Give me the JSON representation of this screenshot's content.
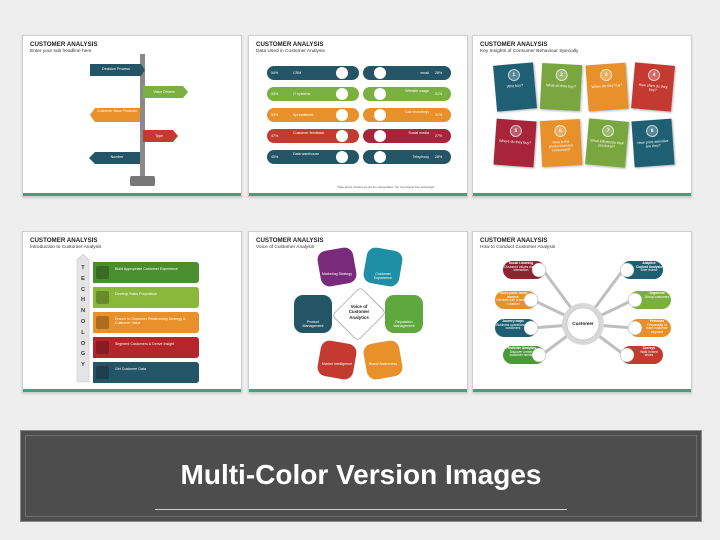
{
  "slides": [
    {
      "title": "CUSTOMER ANALYSIS",
      "subtitle": "Enter your sub headline here",
      "signs": [
        "Decision Process",
        "Value Drivers",
        "Customer Base Products",
        "Type",
        "Number"
      ]
    },
    {
      "title": "CUSTOMER ANALYSIS",
      "subtitle": "Data Used in Customer Analysis",
      "left": [
        {
          "pct": "54%",
          "label": "CRM"
        },
        {
          "pct": "53%",
          "label": "IT systems"
        },
        {
          "pct": "53%",
          "label": "Spreadsheet"
        },
        {
          "pct": "47%",
          "label": "Customer feedback"
        },
        {
          "pct": "40%",
          "label": "Data warehouse"
        }
      ],
      "right": [
        {
          "pct": "28%",
          "label": "email"
        },
        {
          "pct": "31%",
          "label": "Website usage"
        },
        {
          "pct": "31%",
          "label": "Call recordings"
        },
        {
          "pct": "27%",
          "label": "Social media"
        },
        {
          "pct": "28%",
          "label": "Telephony"
        }
      ],
      "note": "*Note: Above numbers are just for representation. You may change them accordingly."
    },
    {
      "title": "CUSTOMER ANALYSIS",
      "subtitle": "Key Insights of Consumer Behaviour Specially",
      "cards": [
        {
          "num": "1",
          "text": "Who buy?",
          "color": "#1f5f74"
        },
        {
          "num": "2",
          "text": "What do they buy?",
          "color": "#7aa640"
        },
        {
          "num": "3",
          "text": "When do they buy?",
          "color": "#e8902a"
        },
        {
          "num": "4",
          "text": "How often do they buy?",
          "color": "#c43a31"
        },
        {
          "num": "5",
          "text": "Where do they buy?",
          "color": "#a8243a"
        },
        {
          "num": "6",
          "text": "How is the product/service consumed?",
          "color": "#e8902a"
        },
        {
          "num": "7",
          "text": "What influences their purchase?",
          "color": "#7aa640"
        },
        {
          "num": "8",
          "text": "How price sensitive are they?",
          "color": "#1f5f74"
        }
      ]
    },
    {
      "title": "CUSTOMER ANALYSIS",
      "subtitle": "Introduction to Customer Analysis",
      "vertical_word": [
        "T",
        "E",
        "C",
        "H",
        "N",
        "O",
        "L",
        "O",
        "G",
        "Y"
      ],
      "bars": [
        {
          "text": "Build Appropriate Customer Experience",
          "color": "#4a8f2e"
        },
        {
          "text": "Develop Sales Proposition",
          "color": "#8ab83a"
        },
        {
          "text": "Ensure to Customer Relationship Strategy & Customer Value",
          "color": "#e8902a"
        },
        {
          "text": "Segment Customers & Derive Insight",
          "color": "#b3262b"
        },
        {
          "text": "Get Customer Data",
          "color": "#245567"
        }
      ]
    },
    {
      "title": "CUSTOMER ANALYSIS",
      "subtitle": "Voice of Customer Analysis",
      "center": "Voice of Customer Analytics",
      "petals": [
        {
          "text": "Marketing Strategy",
          "color": "#7a2a7a"
        },
        {
          "text": "Customer Experience",
          "color": "#1f8fa6"
        },
        {
          "text": "Reputation Management",
          "color": "#5fa83e"
        },
        {
          "text": "Brand Awareness",
          "color": "#e8902a"
        },
        {
          "text": "Market Intelligence",
          "color": "#c43a31"
        },
        {
          "text": "Product Management",
          "color": "#245567"
        }
      ]
    },
    {
      "title": "CUSTOMER ANALYSIS",
      "subtitle": "How to Conduct Customer Analysis",
      "center": "Customer",
      "left_items": [
        {
          "title": "Social Listening",
          "text": "Customer values during interaction",
          "color": "#8e2430"
        },
        {
          "title": "Touch point: most bounce",
          "text": "Interacts with a website / channel",
          "color": "#e8902a"
        },
        {
          "title": "Journey maps",
          "text": "Business operations for customers",
          "color": "#1f5f74"
        },
        {
          "title": "Predictive Analytics",
          "text": "Discover unmet customer needs",
          "color": "#4a9a3a"
        }
      ],
      "right_items": [
        {
          "title": "Adaptive Content Analysis",
          "text": "Brief review",
          "color": "#1f5f74"
        },
        {
          "title": "Segments",
          "text": "Group customers",
          "color": "#7ab040"
        },
        {
          "title": "Personas",
          "text": "Personality of each customer segment",
          "color": "#e8902a"
        },
        {
          "title": "Surveys",
          "text": "Walk in their shoes",
          "color": "#c43a31"
        }
      ]
    }
  ],
  "banner": {
    "title": "Multi-Color Version Images"
  }
}
